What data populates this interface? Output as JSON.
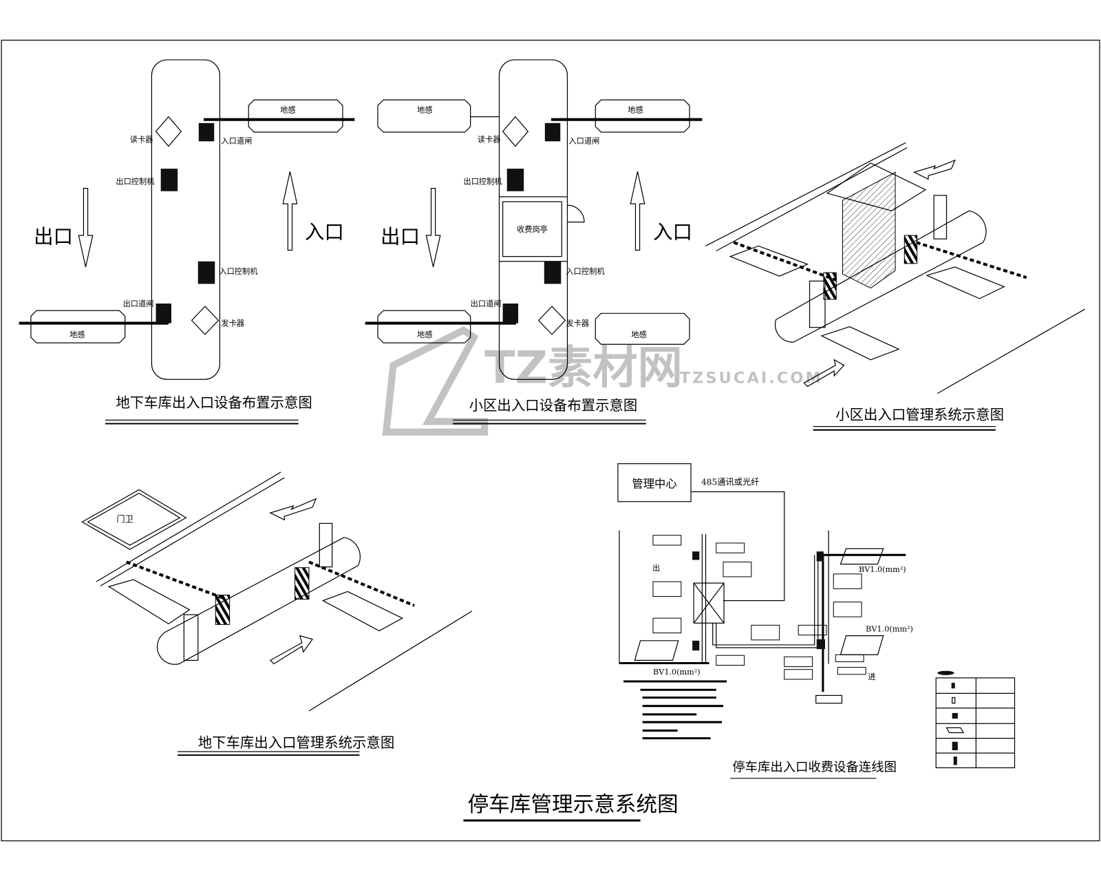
{
  "main_title": "停车库管理示意系统图",
  "watermark": {
    "brand": "TZ素材网",
    "url": "TZSUCAI.COM"
  },
  "panel1": {
    "title": "地下车库出入口设备布置示意图",
    "exit_label": "出口",
    "entry_label": "入口",
    "card_reader": "读卡器",
    "entry_gate": "入口道闸",
    "exit_controller": "出口控制机",
    "entry_controller": "入口控制机",
    "exit_gate": "出口道闸",
    "card_dispenser": "发卡器",
    "loop_sensor": "地感"
  },
  "panel2": {
    "title": "小区出入口设备布置示意图",
    "exit_label": "出口",
    "entry_label": "入口",
    "card_reader": "读卡器",
    "entry_gate": "入口道闸",
    "exit_controller": "出口控制机",
    "entry_controller": "入口控制机",
    "exit_gate": "出口道闸",
    "card_dispenser": "发卡器",
    "loop_sensor": "地感",
    "booth": "收费岗亭"
  },
  "panel3": {
    "title": "小区出入口管理系统示意图"
  },
  "panel4": {
    "title": "地下车库出入口管理系统示意图",
    "guard": "门卫"
  },
  "panel5": {
    "title": "停车库出入口收费设备连线图",
    "management_center": "管理中心",
    "link_label": "485通讯或光纤",
    "out_label": "出",
    "in_label": "进",
    "cable_label": "BV1.0(mm²)"
  }
}
